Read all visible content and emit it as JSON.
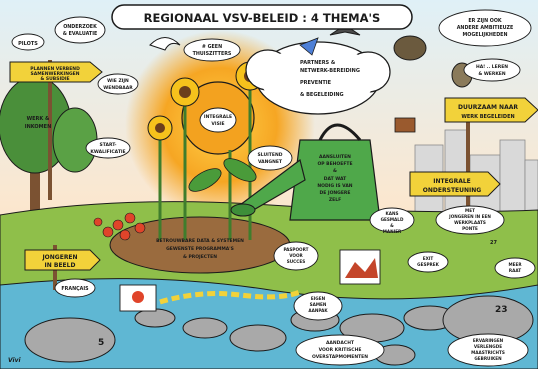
{
  "title": "REGIONAAL VSV-BELEID : 4 THEMA'S",
  "bubbles": {
    "pilots": "PILOTS",
    "onderzoek": [
      "ONDERZOEK",
      "& EVALUATIE"
    ],
    "wie_zijn": [
      "WIE ZIJN",
      "WENDBAAR"
    ],
    "geen_thuiszitter": [
      "# GEEN",
      "THUISZITTERS"
    ],
    "werk_inkomen": [
      "WERK &",
      "INKOMEN"
    ],
    "startkwalificatie": [
      "START-",
      "KWALIFICATIE"
    ],
    "integrale_visie": [
      "INTEGRALE",
      "VISIE"
    ],
    "sluitend_vangnet": [
      "SLUITEND",
      "VANGNET"
    ],
    "cloud_items": [
      "PARTNERS &",
      "NETWERK-BEREIDING",
      "PREVENTIE",
      "& BEGELEIDING"
    ],
    "andere_mogelijkheden": [
      "ER ZIJN OOK",
      "ANDERE AMBITIEUZE",
      "MOGELIJKHEDEN"
    ],
    "leren_werken": [
      "HA! .. LEREN",
      "& WERKEN"
    ],
    "watering_can": [
      "AANSLUITEN",
      "OP BEHOEFTE",
      "&",
      "DAT WAT",
      "NODIG IS VAN",
      "DE JONGERE",
      "ZELF"
    ],
    "kanselen": [
      "KANS",
      "GESMALD",
      "&",
      "MANIER"
    ],
    "jongeren_werkplaats": [
      "MET",
      "JONGEREN IN EEN",
      "WERKPLAATS",
      "PONTE"
    ],
    "paspoort": [
      "PASPOORT",
      "VOOR",
      "SUCCES"
    ],
    "exit_gesprek": [
      "EXIT",
      "GESPREK"
    ],
    "meer_raat": [
      "MEER",
      "RAAT"
    ],
    "eigen_aanpak": [
      "EIGEN",
      "SAMEN",
      "AANPAK"
    ],
    "aandacht": [
      "AANDACHT",
      "VOOR KRITISCHE",
      "OVERSTAPMOMENTEN"
    ],
    "ervaringen": [
      "ERVARINGEN",
      "VERLENGDE",
      "MAASTRICHTS",
      "GEBRUIKEN"
    ],
    "francais": "FRANÇAIS"
  },
  "signs": {
    "left_top": [
      "PLANNEN VERBEND",
      "SAMENWERKINGEN",
      "& SUBSIDIE"
    ],
    "duurzaam": [
      "DUURZAAM NAAR",
      "WERK BEGELEIDEN"
    ],
    "integrale_ondersteuning": [
      "INTEGRALE",
      "ONDERSTEUNING"
    ],
    "jongeren_in_beeld": [
      "JONGEREN",
      "IN BEELD"
    ]
  },
  "ground_text": [
    "BETROUWBARE DATA & SYSTEMEN",
    "GEWENSTE PROGRAMMA'S",
    "& PROJECTEN"
  ],
  "markers": {
    "age_left": "5",
    "age_right": "23",
    "age_mid": "27"
  },
  "signature": "Vivi",
  "colors": {
    "sky_top": "#cfe7f3",
    "sun": "#f6a623",
    "grass": "#8fbf4a",
    "water": "#5fb7d3",
    "sign": "#f2d23a",
    "can": "#4fa84a",
    "rock": "#a9a9a9",
    "tree": "#4a8f3a"
  }
}
